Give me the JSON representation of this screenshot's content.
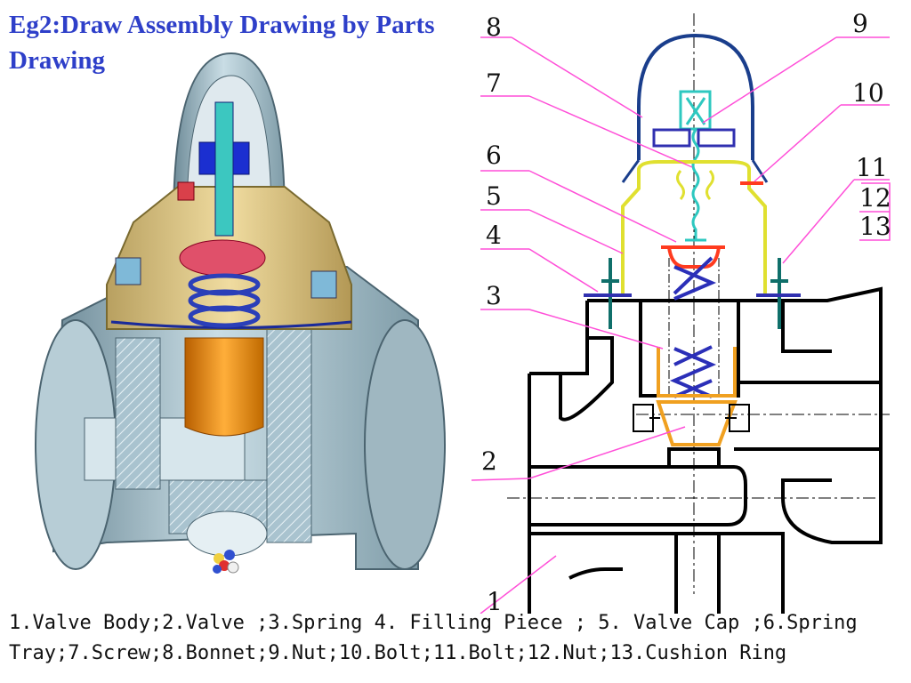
{
  "title": {
    "line1": "Eg2:Draw Assembly Drawing by Parts",
    "line2": "Drawing"
  },
  "callouts": [
    "1",
    "2",
    "3",
    "4",
    "5",
    "6",
    "7",
    "8",
    "9",
    "10",
    "11",
    "12",
    "13"
  ],
  "legend": {
    "line1": "1.Valve Body;2.Valve ;3.Spring 4. Filling Piece ; 5.  Valve Cap ;6.Spring",
    "line2": "Tray;7.Screw;8.Bonnet;9.Nut;10.Bolt;11.Bolt;12.Nut;13.Cushion Ring"
  },
  "colors": {
    "title": "#2e3fc9",
    "leader": "#ff4fd8",
    "outline": "#000000",
    "bonnet": "#1a3e8c",
    "nut": "#2ec8c0",
    "cap": "#e0e030",
    "spring": "#2b2fb8",
    "filling": "#f0a020",
    "tray": "#ff3b1f",
    "bolt": "#0f6f6a"
  }
}
